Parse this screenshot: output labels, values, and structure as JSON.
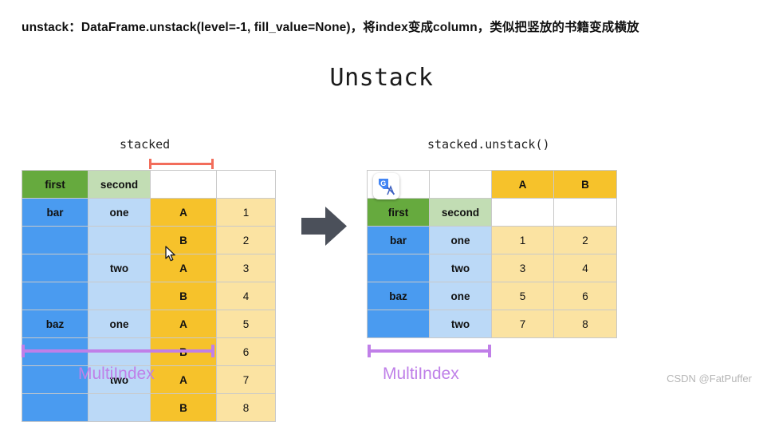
{
  "caption": "unstack：DataFrame.unstack(level=-1, fill_value=None)，将index变成column，类似把竖放的书籍变成横放",
  "main_title": "Unstack",
  "panels": {
    "left_label": "stacked",
    "right_label": "stacked.unstack()"
  },
  "colors": {
    "green": "#66aa3e",
    "light_green": "#c2ddb4",
    "blue": "#4a9bf0",
    "light_blue": "#bbd9f7",
    "gold": "#f6c22b",
    "pale_yellow": "#fbe3a2",
    "bracket_red": "#f26d5b",
    "bracket_purple": "#c07fe8",
    "arrow": "#4b505a",
    "watermark": "#b6b6b6"
  },
  "stacked_table": {
    "headers": [
      "first",
      "second",
      "",
      ""
    ],
    "rows": [
      {
        "first": "bar",
        "second": "one",
        "level": "A",
        "value": "1"
      },
      {
        "first": "",
        "second": "",
        "level": "B",
        "value": "2"
      },
      {
        "first": "",
        "second": "two",
        "level": "A",
        "value": "3"
      },
      {
        "first": "",
        "second": "",
        "level": "B",
        "value": "4"
      },
      {
        "first": "baz",
        "second": "one",
        "level": "A",
        "value": "5"
      },
      {
        "first": "",
        "second": "",
        "level": "B",
        "value": "6"
      },
      {
        "first": "",
        "second": "two",
        "level": "A",
        "value": "7"
      },
      {
        "first": "",
        "second": "",
        "level": "B",
        "value": "8"
      }
    ]
  },
  "unstacked_table": {
    "column_header": [
      "",
      "",
      "A",
      "B"
    ],
    "index_header": [
      "first",
      "second",
      "",
      ""
    ],
    "rows": [
      {
        "first": "bar",
        "second": "one",
        "a": "1",
        "b": "2"
      },
      {
        "first": "",
        "second": "two",
        "a": "3",
        "b": "4"
      },
      {
        "first": "baz",
        "second": "one",
        "a": "5",
        "b": "6"
      },
      {
        "first": "",
        "second": "two",
        "a": "7",
        "b": "8"
      }
    ]
  },
  "annotations": {
    "multiindex_left": "MultiIndex",
    "multiindex_right": "MultiIndex"
  },
  "icons": {
    "translate_badge": "google-translate-icon",
    "arrow": "right-arrow-icon",
    "cursor": "mouse-pointer-icon"
  },
  "watermark": "CSDN @FatPuffer"
}
